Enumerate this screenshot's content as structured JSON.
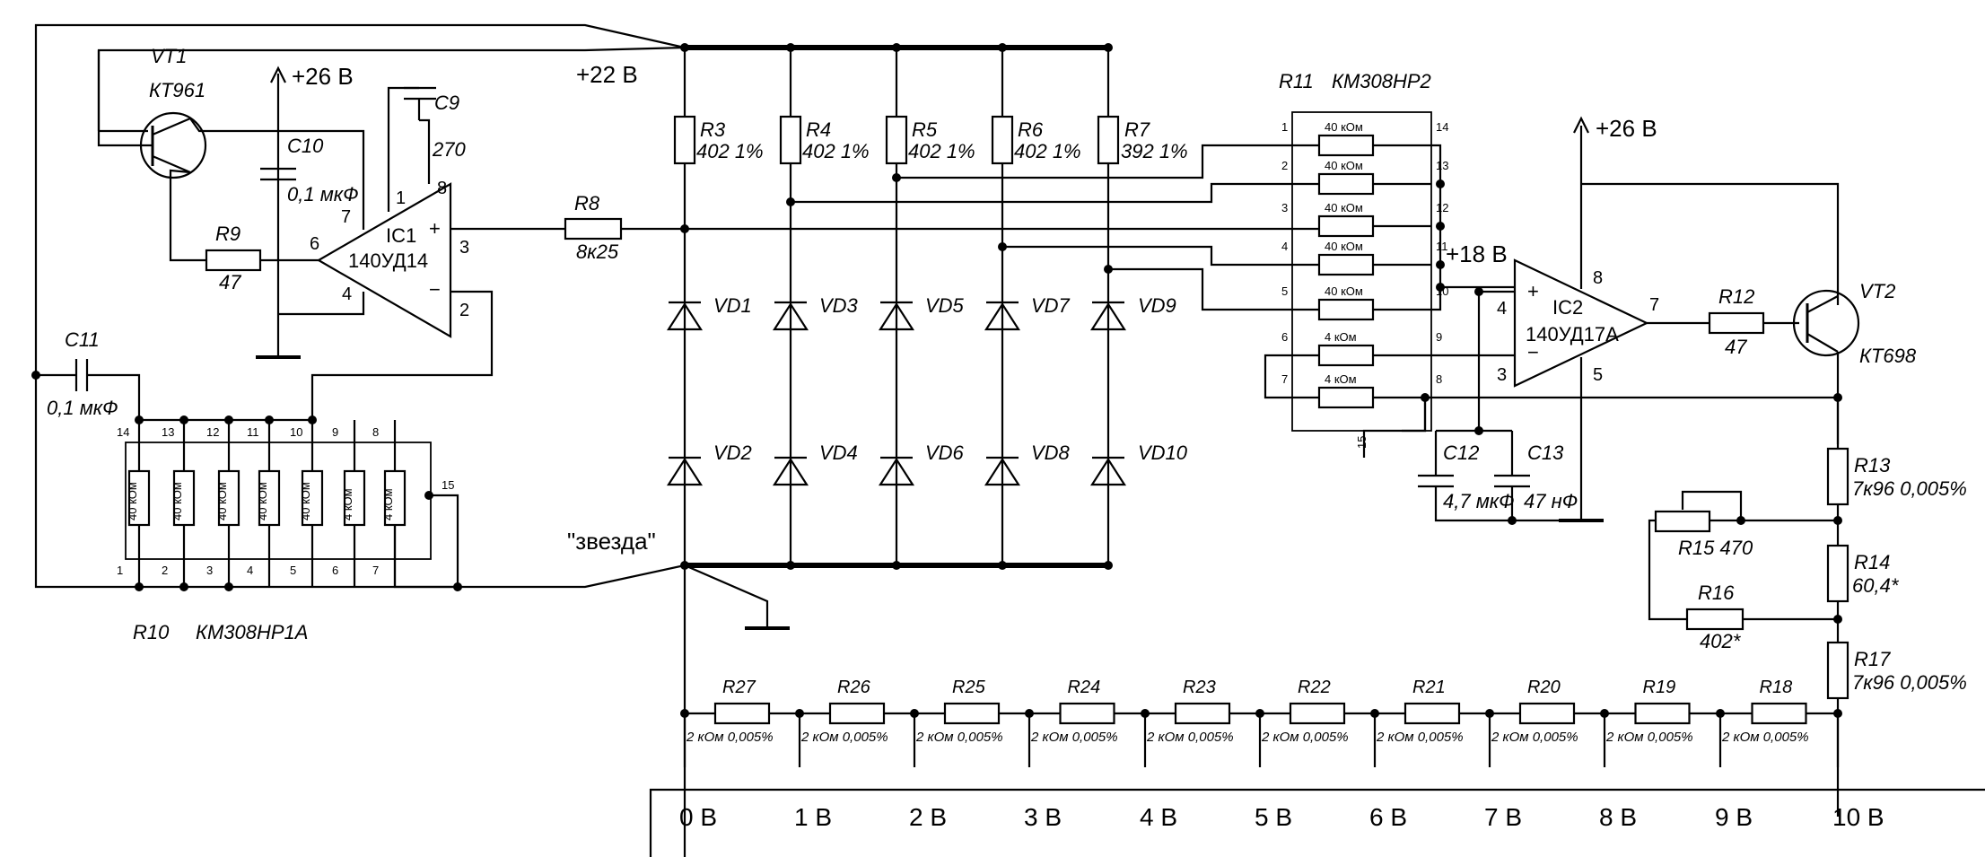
{
  "rails": {
    "v26_left": "+26 В",
    "v22": "+22 В",
    "v26_right": "+26 В",
    "v18": "+18 В",
    "star": "\"звезда\""
  },
  "transistors": {
    "vt1": {
      "ref": "VT1",
      "type": "КТ961"
    },
    "vt2": {
      "ref": "VT2",
      "type": "КТ698"
    }
  },
  "opamps": {
    "ic1": {
      "ref": "IC1",
      "type": "140УД14",
      "pin1": "1",
      "pin2": "2",
      "pin3": "3",
      "pin4": "4",
      "pin6": "6",
      "pin7": "7",
      "pin8": "8",
      "plus": "+",
      "minus": "−"
    },
    "ic2": {
      "ref": "IC2",
      "type": "140УД17А",
      "pin3": "3",
      "pin4": "4",
      "pin5": "5",
      "pin7": "7",
      "pin8": "8",
      "plus": "+",
      "minus": "−"
    }
  },
  "capacitors": {
    "c9": {
      "ref": "C9",
      "value": "270"
    },
    "c10": {
      "ref": "C10",
      "value": "0,1 мкФ"
    },
    "c11": {
      "ref": "C11",
      "value": "0,1 мкФ"
    },
    "c12": {
      "ref": "C12",
      "value": "4,7 мкФ"
    },
    "c13": {
      "ref": "C13",
      "value": "47 нФ"
    }
  },
  "resistors": {
    "r3": {
      "ref": "R3",
      "value": "402 1%"
    },
    "r4": {
      "ref": "R4",
      "value": "402 1%"
    },
    "r5": {
      "ref": "R5",
      "value": "402 1%"
    },
    "r6": {
      "ref": "R6",
      "value": "402 1%"
    },
    "r7": {
      "ref": "R7",
      "value": "392 1%"
    },
    "r8": {
      "ref": "R8",
      "value": "8к25"
    },
    "r9": {
      "ref": "R9",
      "value": "47"
    },
    "r12": {
      "ref": "R12",
      "value": "47"
    },
    "r13": {
      "ref": "R13",
      "value": "7к96 0,005%"
    },
    "r14": {
      "ref": "R14",
      "value": "60,4*"
    },
    "r15": {
      "ref": "R15",
      "value": "470"
    },
    "r16": {
      "ref": "R16",
      "value": "402*"
    },
    "r17": {
      "ref": "R17",
      "value": "7к96 0,005%"
    }
  },
  "diodes": [
    "VD1",
    "VD2",
    "VD3",
    "VD4",
    "VD5",
    "VD6",
    "VD7",
    "VD8",
    "VD9",
    "VD10"
  ],
  "r10": {
    "ref": "R10",
    "type": "КМ308НР1А",
    "top_pins": [
      "14",
      "13",
      "12",
      "11",
      "10",
      "9",
      "8"
    ],
    "bottom_pins": [
      "1",
      "2",
      "3",
      "4",
      "5",
      "6",
      "7"
    ],
    "pin15": "15",
    "values": [
      "40 кОм",
      "40 кОм",
      "40 кОм",
      "40 кОм",
      "40 кОм",
      "4 кОм",
      "4 кОм"
    ]
  },
  "r11": {
    "ref": "R11",
    "type": "КМ308НР2",
    "left_pins": [
      "1",
      "2",
      "3",
      "4",
      "5",
      "6",
      "7"
    ],
    "right_pins": [
      "14",
      "13",
      "12",
      "11",
      "10",
      "9",
      "8"
    ],
    "pin15": "15",
    "values": [
      "40 кОм",
      "40 кОм",
      "40 кОм",
      "40 кОм",
      "40 кОм",
      "4 кОм",
      "4 кОм"
    ]
  },
  "ladder": {
    "refs": [
      "R27",
      "R26",
      "R25",
      "R24",
      "R23",
      "R22",
      "R21",
      "R20",
      "R19",
      "R18"
    ],
    "value": "2 кОм 0,005%"
  },
  "outputs": [
    "0 В",
    "1 В",
    "2 В",
    "3 В",
    "4 В",
    "5 В",
    "6 В",
    "7 В",
    "8 В",
    "9 В",
    "10 В"
  ]
}
